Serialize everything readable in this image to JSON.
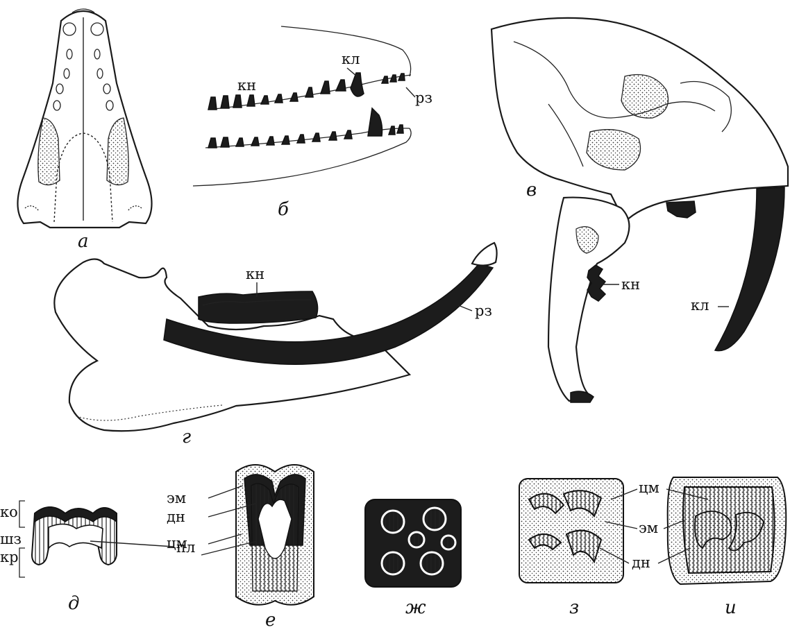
{
  "panels": {
    "a": {
      "caption": "а"
    },
    "b": {
      "caption": "б",
      "labels": {
        "canine": "кл",
        "molar": "кн",
        "incisor": "рз"
      }
    },
    "v": {
      "caption": "в",
      "labels": {
        "molar": "кн",
        "canine": "кл"
      }
    },
    "g": {
      "caption": "г",
      "labels": {
        "molar": "кн",
        "incisor": "рз"
      }
    },
    "d": {
      "caption": "д",
      "labels": {
        "crown": "ко",
        "neck": "шз",
        "root": "кр",
        "pulp": "пл"
      }
    },
    "e": {
      "caption": "е",
      "labels": {
        "enamel": "эм",
        "dentin": "дн",
        "cement": "цм"
      }
    },
    "zh": {
      "caption": "ж"
    },
    "z": {
      "caption": "з"
    },
    "i": {
      "caption": "и",
      "labels": {
        "cement": "цм",
        "enamel": "эм",
        "dentin": "дн"
      }
    }
  }
}
